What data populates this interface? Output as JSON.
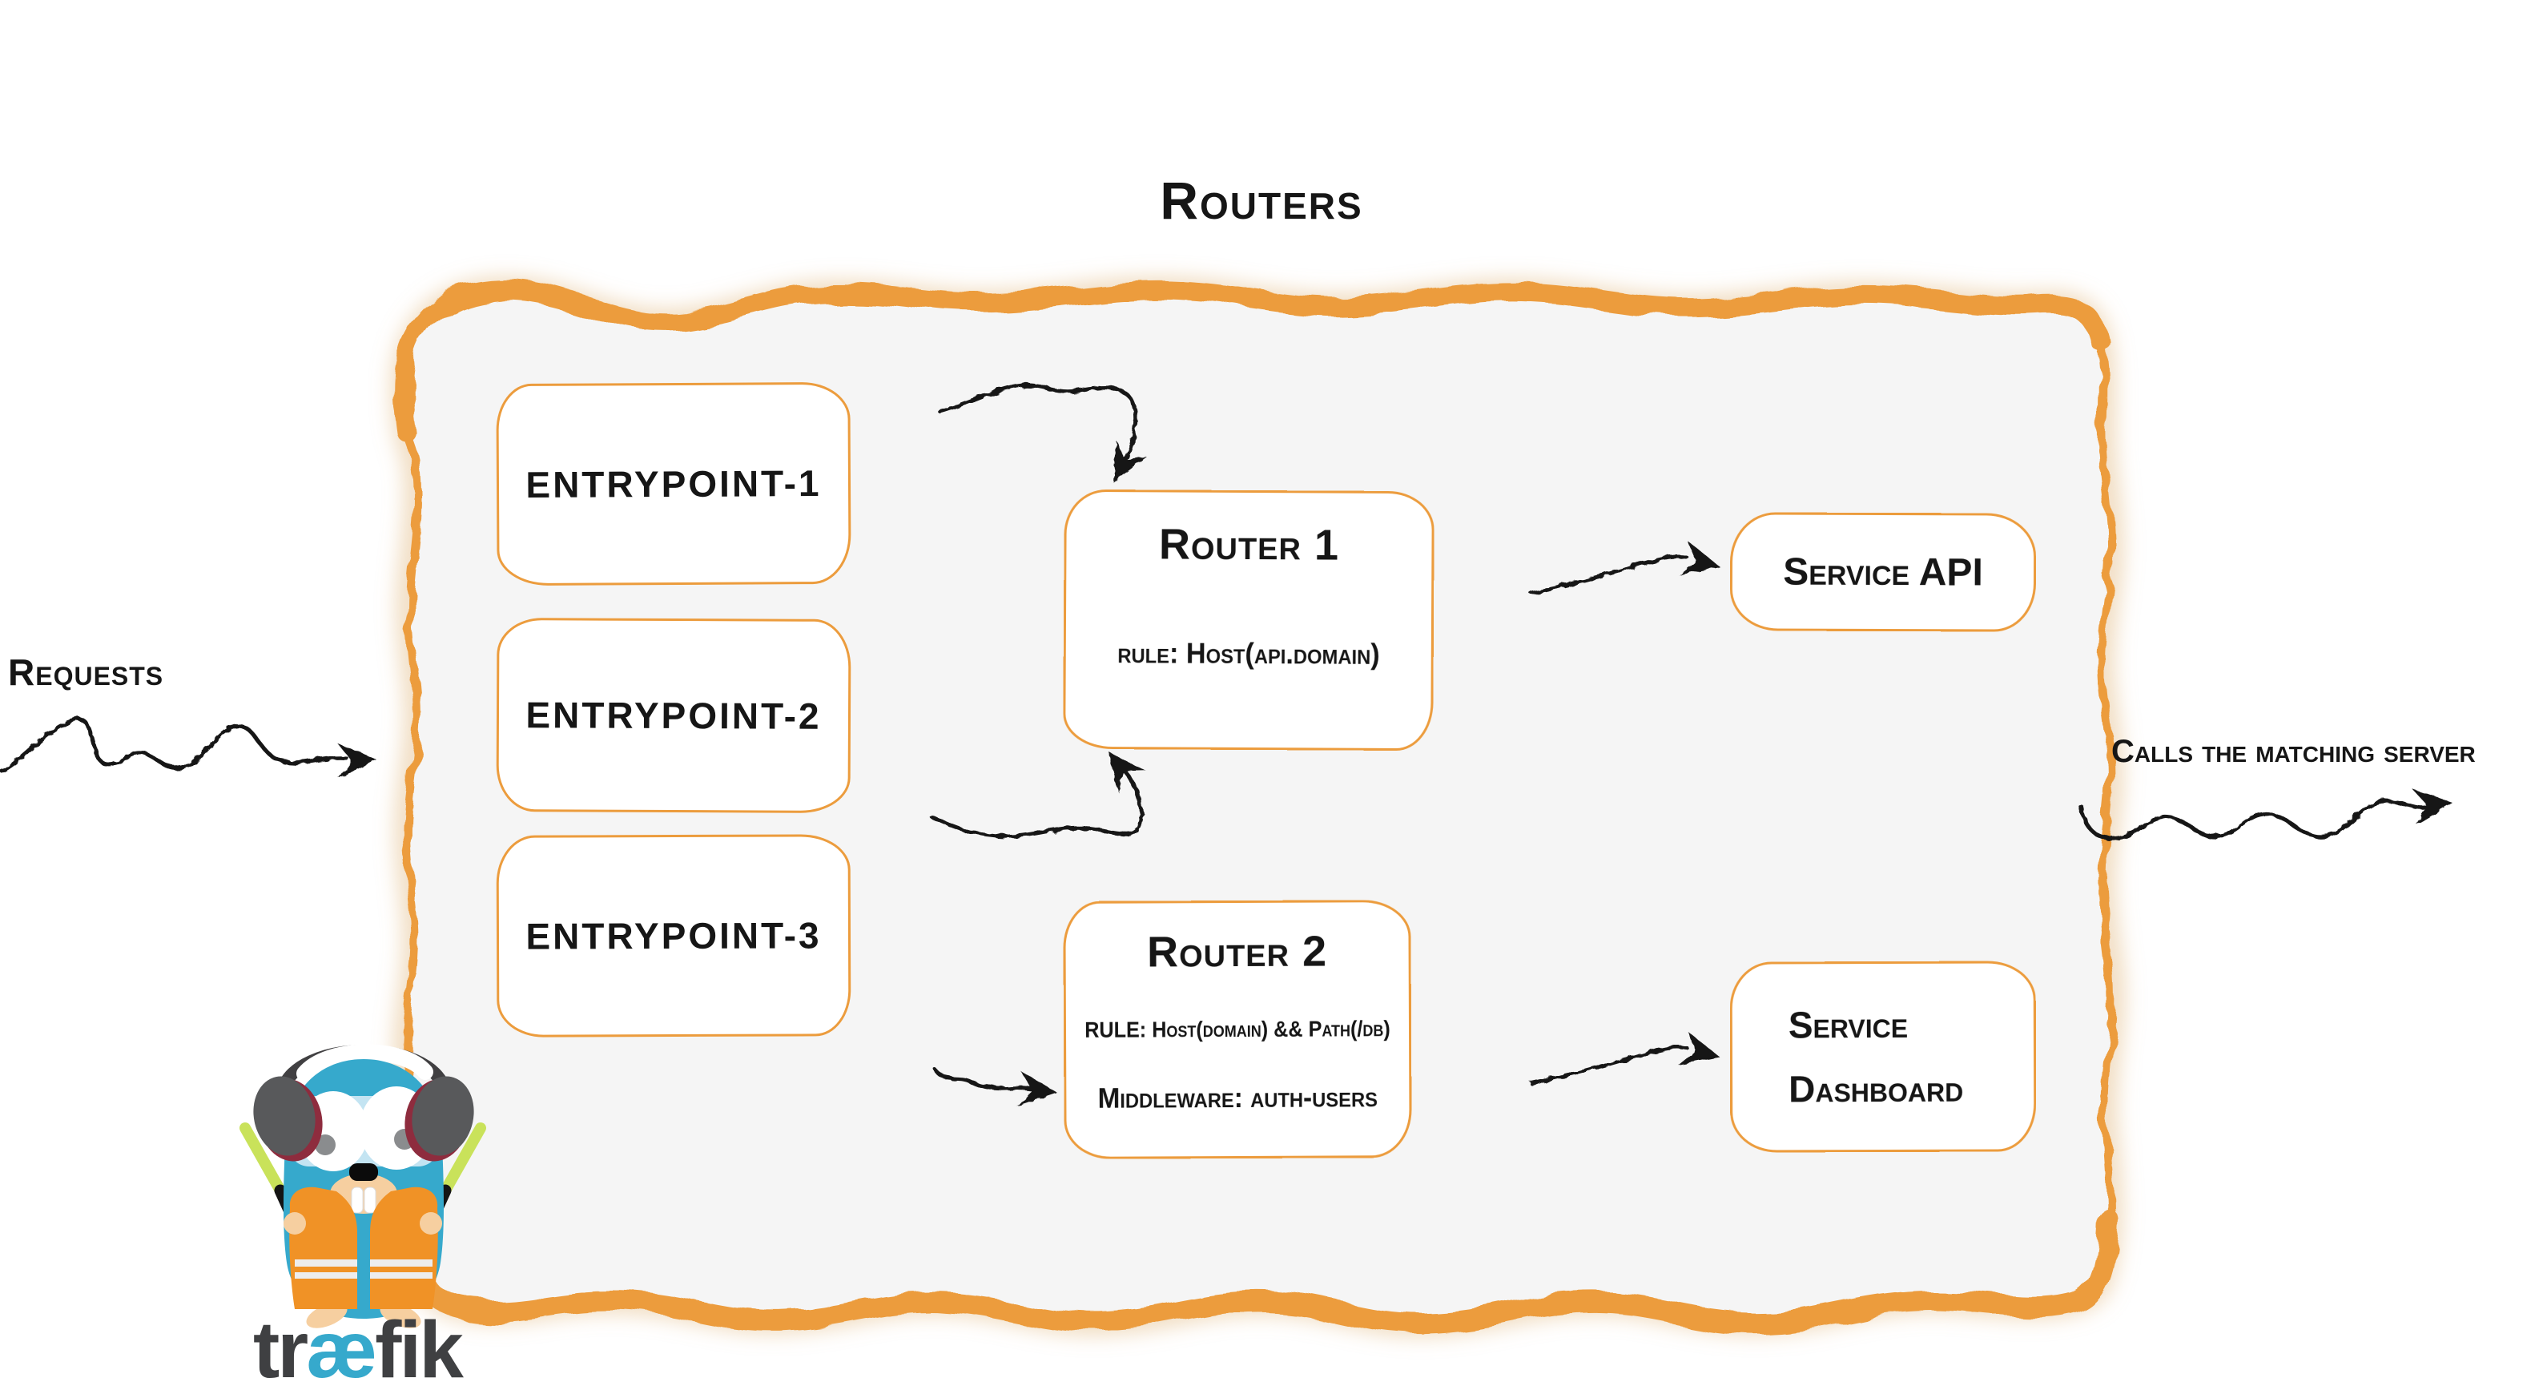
{
  "diagram": {
    "title": "Routers",
    "incoming_label": "Requests",
    "outgoing_label": "Calls the matching server"
  },
  "entrypoints": [
    {
      "label": "entrypoint-1"
    },
    {
      "label": "entrypoint-2"
    },
    {
      "label": "entrypoint-3"
    }
  ],
  "routers": [
    {
      "title": "Router 1",
      "rule": "rule: Host(api.domain)"
    },
    {
      "title": "Router 2",
      "rule": "RULE: Host(domain) && Path(/db)",
      "middleware": "Middleware: auth-users"
    }
  ],
  "services": [
    {
      "lines": [
        "Service API"
      ]
    },
    {
      "lines": [
        "Service",
        "Dashboard"
      ]
    }
  ],
  "logo": {
    "wordmark": {
      "pre": "tr",
      "ligature": "æ",
      "post": "fik"
    }
  },
  "colors": {
    "accent_orange": "#EC9C3D",
    "panel_bg": "#F5F5F5",
    "ink": "#161616",
    "traefik_blue": "#36A9CC",
    "vest_orange": "#F09226",
    "stick_green": "#C9E25A",
    "wordmark_gray": "#3F4042"
  }
}
